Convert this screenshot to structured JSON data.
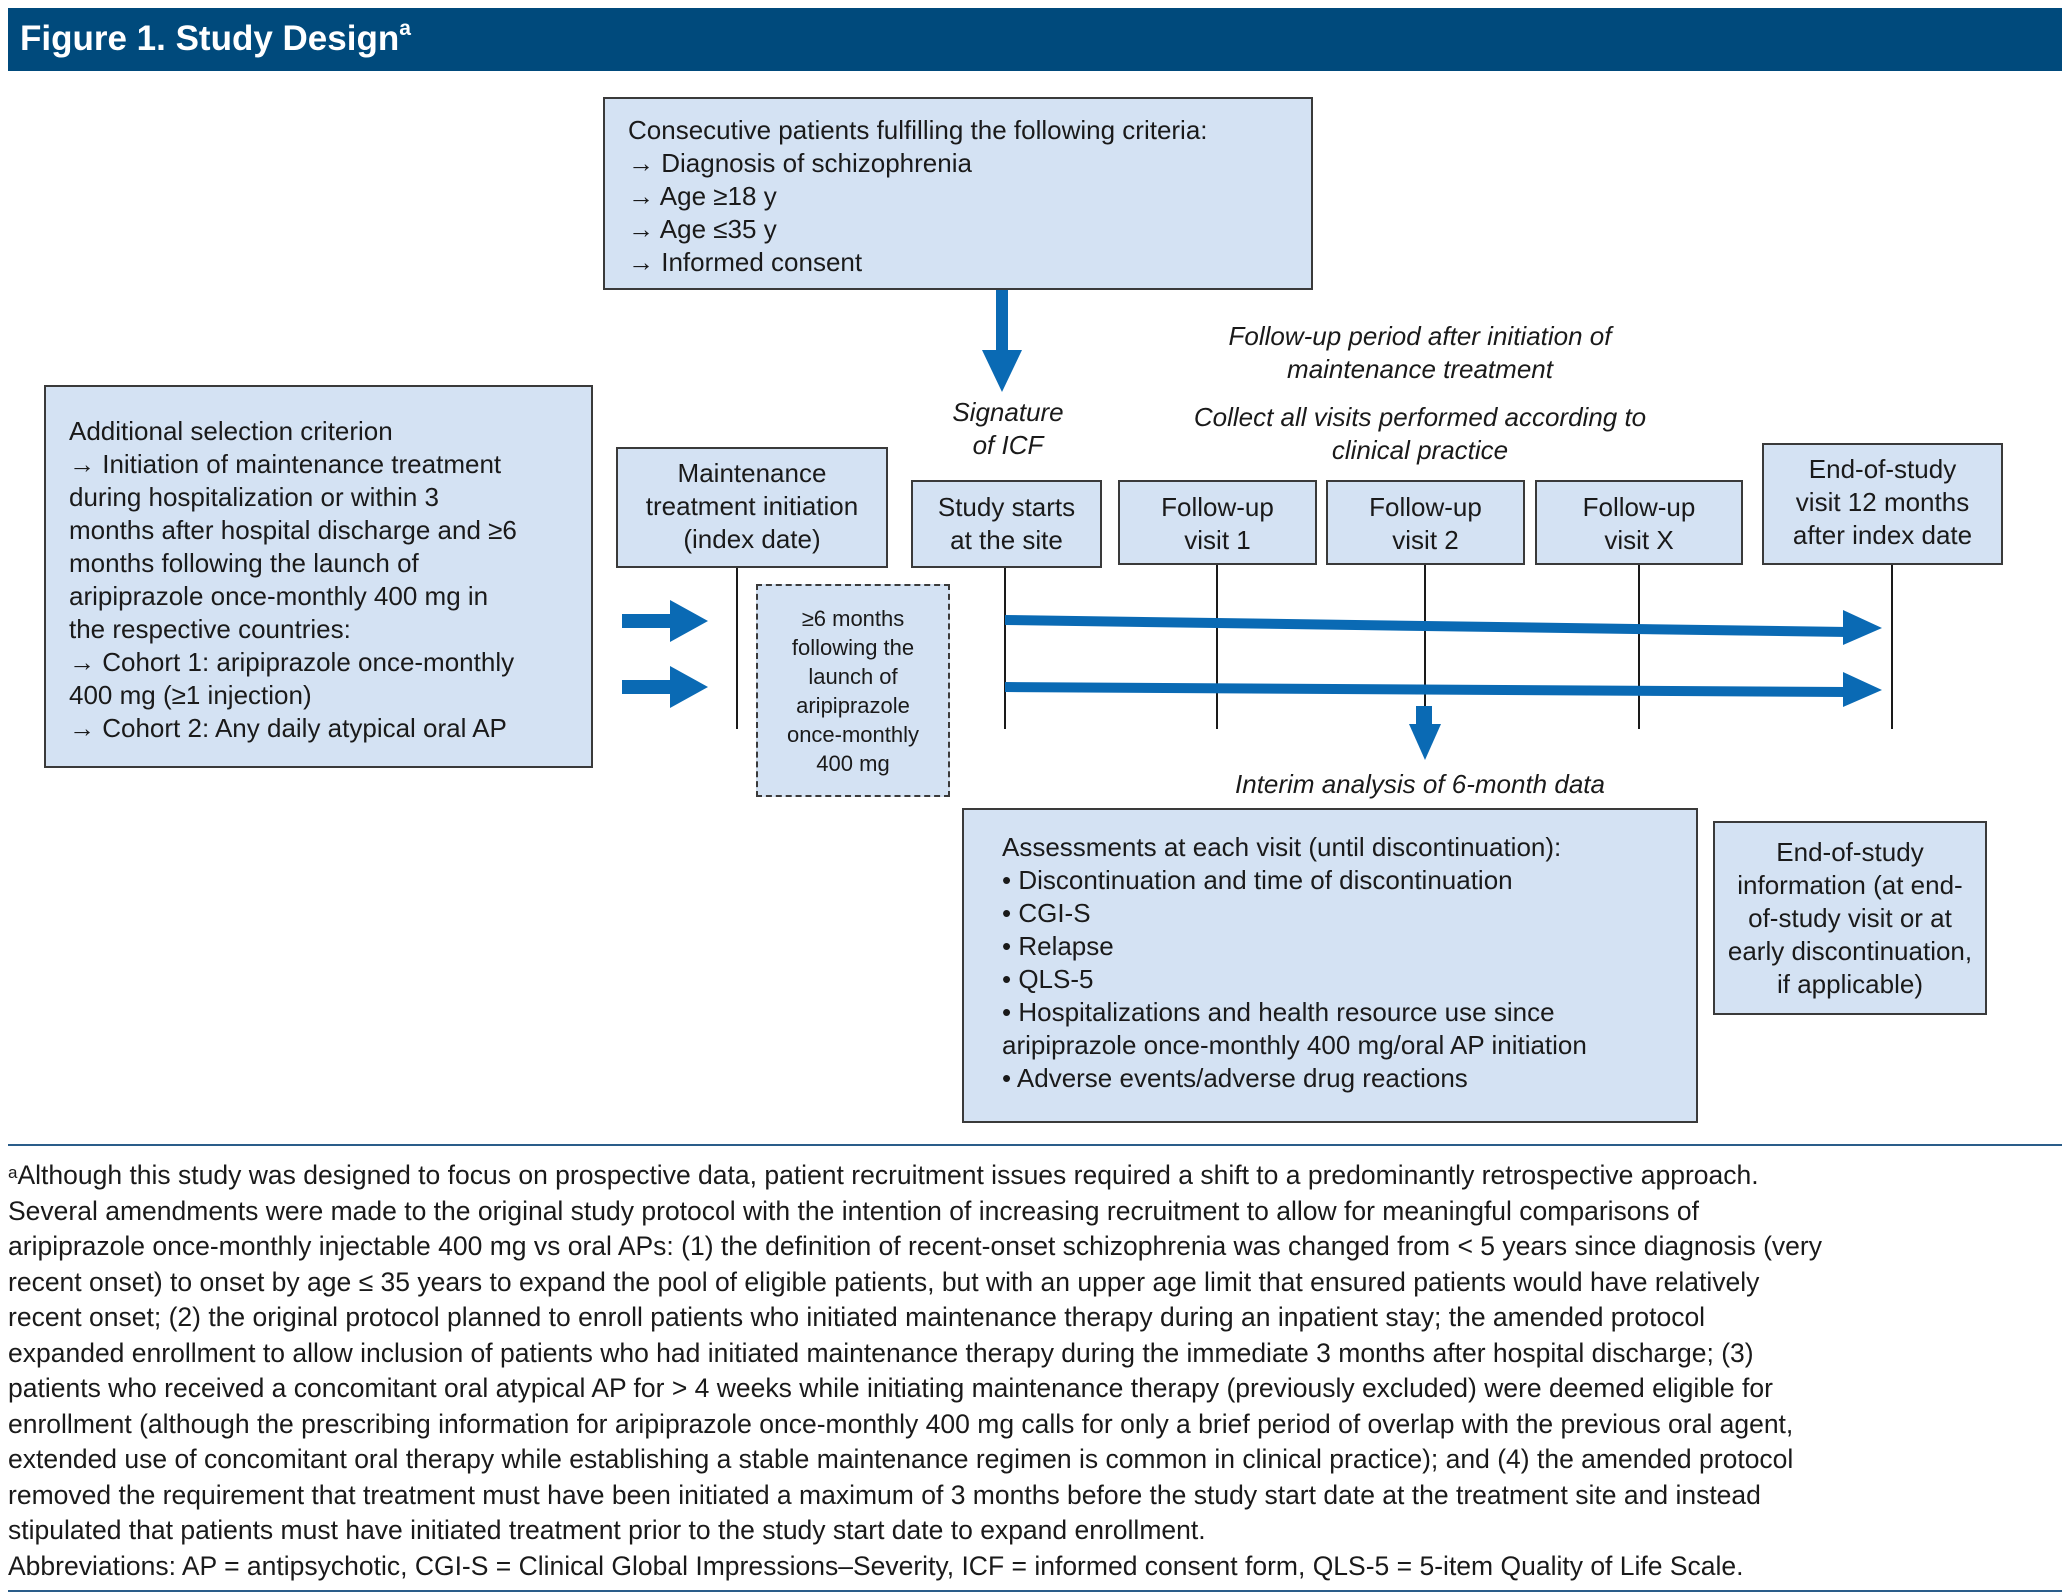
{
  "header": {
    "title": "Figure 1. Study Design",
    "title_superscript": "a"
  },
  "criteria_box": {
    "lines": [
      "Consecutive patients fulfilling the following criteria:",
      "→ Diagnosis of schizophrenia",
      "→ Age ≥18 y",
      "→ Age ≤35 y",
      "→ Informed consent"
    ]
  },
  "selection_box": {
    "lines": [
      "Additional selection criterion",
      "→ Initiation of maintenance treatment",
      "during hospitalization or within 3",
      "months after hospital discharge and ≥6",
      "months following the launch of",
      "aripiprazole once-monthly 400 mg in",
      "the respective countries:",
      "→ Cohort 1: aripiprazole once-monthly",
      "400 mg (≥1 injection)",
      "→ Cohort 2: Any daily atypical oral AP"
    ]
  },
  "timeline": {
    "maintenance_box": [
      "Maintenance",
      "treatment initiation",
      "(index date)"
    ],
    "study_start_box": [
      "Study starts",
      "at the site"
    ],
    "followup_1_box": [
      "Follow-up",
      "visit 1"
    ],
    "followup_2_box": [
      "Follow-up",
      "visit 2"
    ],
    "followup_x_box": [
      "Follow-up",
      "visit X"
    ],
    "end_of_study_box": [
      "End-of-study",
      "visit 12 months",
      "after index date"
    ],
    "launch_box": [
      "≥6 months",
      "following the",
      "launch of",
      "aripiprazole",
      "once-monthly",
      "400 mg"
    ]
  },
  "labels": {
    "signature": [
      "Signature",
      "of ICF"
    ],
    "followup_period": [
      "Follow-up period after initiation of",
      "maintenance treatment"
    ],
    "collect_visits": [
      "Collect all visits performed according to",
      "clinical practice"
    ],
    "interim": "Interim analysis of 6-month data"
  },
  "assessments_box": {
    "lines": [
      "Assessments at each visit (until discontinuation):",
      "• Discontinuation and time of discontinuation",
      "• CGI-S",
      "• Relapse",
      "• QLS-5",
      "• Hospitalizations and health resource use since",
      "aripiprazole once-monthly 400 mg/oral AP initiation",
      "• Adverse events/adverse drug reactions"
    ]
  },
  "eos_info_box": {
    "lines": [
      "End-of-study",
      "information (at end-",
      "of-study visit or at",
      "early discontinuation,",
      "if applicable)"
    ]
  },
  "footnote": {
    "marker": "a",
    "lines": [
      "Although this study was designed to focus on prospective data, patient recruitment issues required a shift to a predominantly retrospective approach.",
      "Several amendments were made to the original study protocol with the intention of increasing recruitment to allow for meaningful comparisons of",
      "aripiprazole once-monthly injectable 400 mg vs oral APs: (1) the definition of recent-onset schizophrenia was changed from < 5 years since diagnosis (very",
      "recent onset) to onset by age ≤ 35 years to expand the pool of eligible patients, but with an upper age limit that ensured patients would have relatively",
      "recent onset; (2) the original protocol planned to enroll patients who initiated maintenance therapy during an inpatient stay; the amended protocol",
      "expanded enrollment to allow inclusion of patients who had initiated maintenance therapy during the immediate 3 months after hospital discharge; (3)",
      "patients who received a concomitant oral atypical AP for > 4 weeks while initiating maintenance therapy (previously excluded) were deemed eligible for",
      "enrollment (although the prescribing information for aripiprazole once-monthly 400 mg calls for only a brief period of overlap with the previous oral agent,",
      "extended use of concomitant oral therapy while establishing a stable maintenance regimen is common in clinical practice); and (4) the amended protocol",
      "removed the requirement that treatment must have been initiated a maximum of 3 months before the study start date at the treatment site and instead",
      "stipulated that patients must have initiated treatment prior to the study start date to expand enrollment."
    ]
  },
  "abbreviations": "Abbreviations: AP = antipsychotic, CGI-S = Clinical Global Impressions–Severity, ICF = informed consent form, QLS-5 = 5-item Quality of Life Scale.",
  "colors": {
    "header": "#004a7c",
    "box_fill": "#d4e2f3",
    "arrow": "#0a6ab4",
    "rule": "#2a5d8a"
  }
}
